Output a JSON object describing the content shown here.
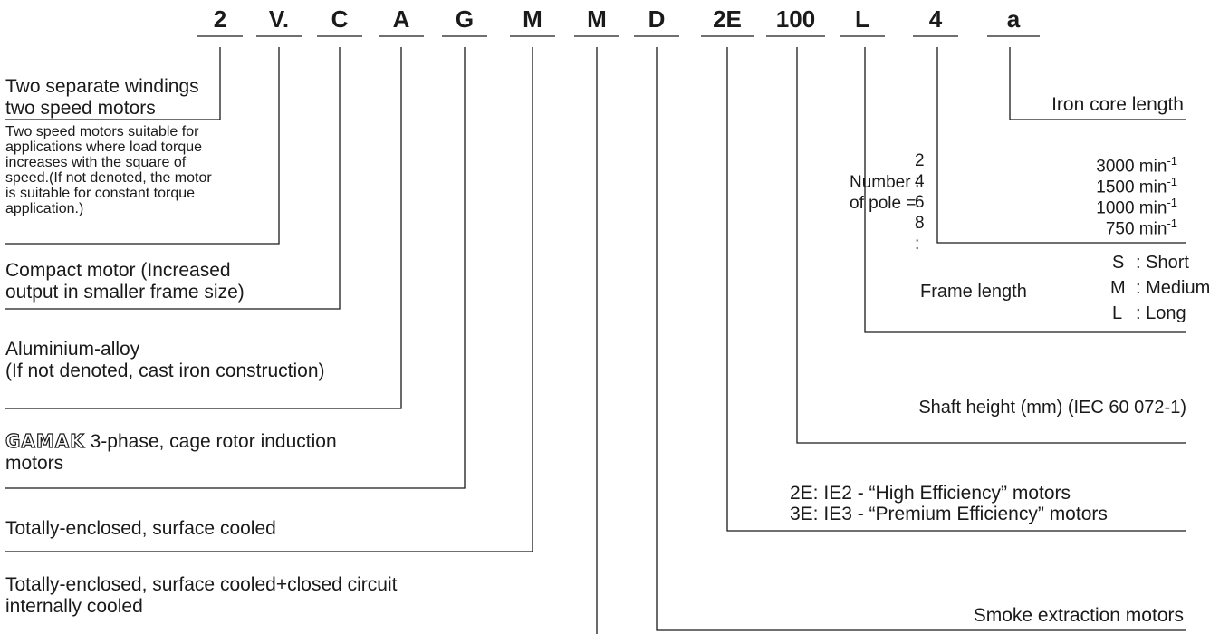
{
  "codes": [
    "2",
    "V.",
    "C",
    "A",
    "G",
    "M",
    "M",
    "D",
    "2E",
    "100",
    "L",
    "4",
    "a"
  ],
  "left_labels": {
    "windings": [
      "Two separate windings",
      "two speed motors"
    ],
    "v_note": [
      "Two speed motors suitable for",
      "applications where load torque",
      "increases with the square of",
      "speed.(If not denoted, the motor",
      "is suitable for constant torque",
      "application.)"
    ],
    "compact": [
      "Compact motor (Increased",
      "output in smaller frame size)"
    ],
    "aluminium": [
      "Aluminium-alloy",
      "(If not denoted, cast iron construction)"
    ],
    "gamak_logo": "GAMAK",
    "gamak_desc": "3-phase, cage rotor induction",
    "gamak_desc2": "motors",
    "tefc": "Totally-enclosed, surface cooled",
    "tefc_closed": [
      "Totally-enclosed, surface cooled+closed circuit",
      "internally cooled"
    ]
  },
  "right_labels": {
    "iron_core": "Iron core length",
    "poles_label": [
      "Number",
      "of pole ="
    ],
    "poles": [
      {
        "n": "2 :",
        "speed": "3000 min",
        "exp": "-1"
      },
      {
        "n": "4 :",
        "speed": "1500 min",
        "exp": "-1"
      },
      {
        "n": "6 :",
        "speed": "1000 min",
        "exp": "-1"
      },
      {
        "n": "8 :",
        "speed": "750 min",
        "exp": "-1"
      }
    ],
    "frame_length": "Frame length",
    "frames": [
      {
        "code": "S",
        "desc": ": Short"
      },
      {
        "code": "M",
        "desc": ": Medium"
      },
      {
        "code": "L",
        "desc": ": Long"
      }
    ],
    "shaft": "Shaft height (mm) (IEC 60 072-1)",
    "efficiency": [
      "2E: IE2 - “High Efficiency” motors",
      "3E: IE3 - “Premium Efficiency” motors"
    ],
    "smoke": "Smoke extraction motors"
  }
}
